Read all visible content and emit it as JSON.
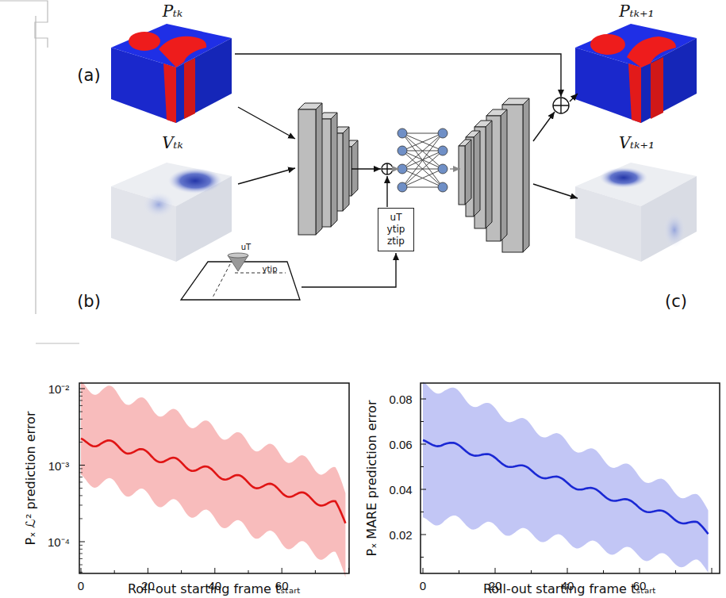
{
  "diagram": {
    "nodes": [
      {
        "text": [
          "Pₜₖ"
        ]
      },
      {
        "text": [
          "Vₜₖ"
        ]
      },
      {
        "text": [
          "uT ytip ztip"
        ]
      },
      {
        "text": [
          "Pₜₖ₊₁"
        ]
      },
      {
        "text": [
          "Vₜₖ₊₁"
        ]
      }
    ],
    "labels": [
      "(a)",
      "(b)",
      "(c)",
      "uT",
      "ytip",
      "10⁻²",
      "10⁻³",
      "10⁻⁴",
      "0",
      "20",
      "40",
      "60",
      "Pₓ ℒ² prediction error",
      "Roll-out starting frame tₛₜₐᵣₜ",
      "0.08",
      "0.06",
      "0.04",
      "0.02",
      "0",
      "20",
      "40",
      "60",
      "Pₓ MARE prediction error",
      "Roll-out starting frame tₛₜₐᵣₜ"
    ]
  }
}
